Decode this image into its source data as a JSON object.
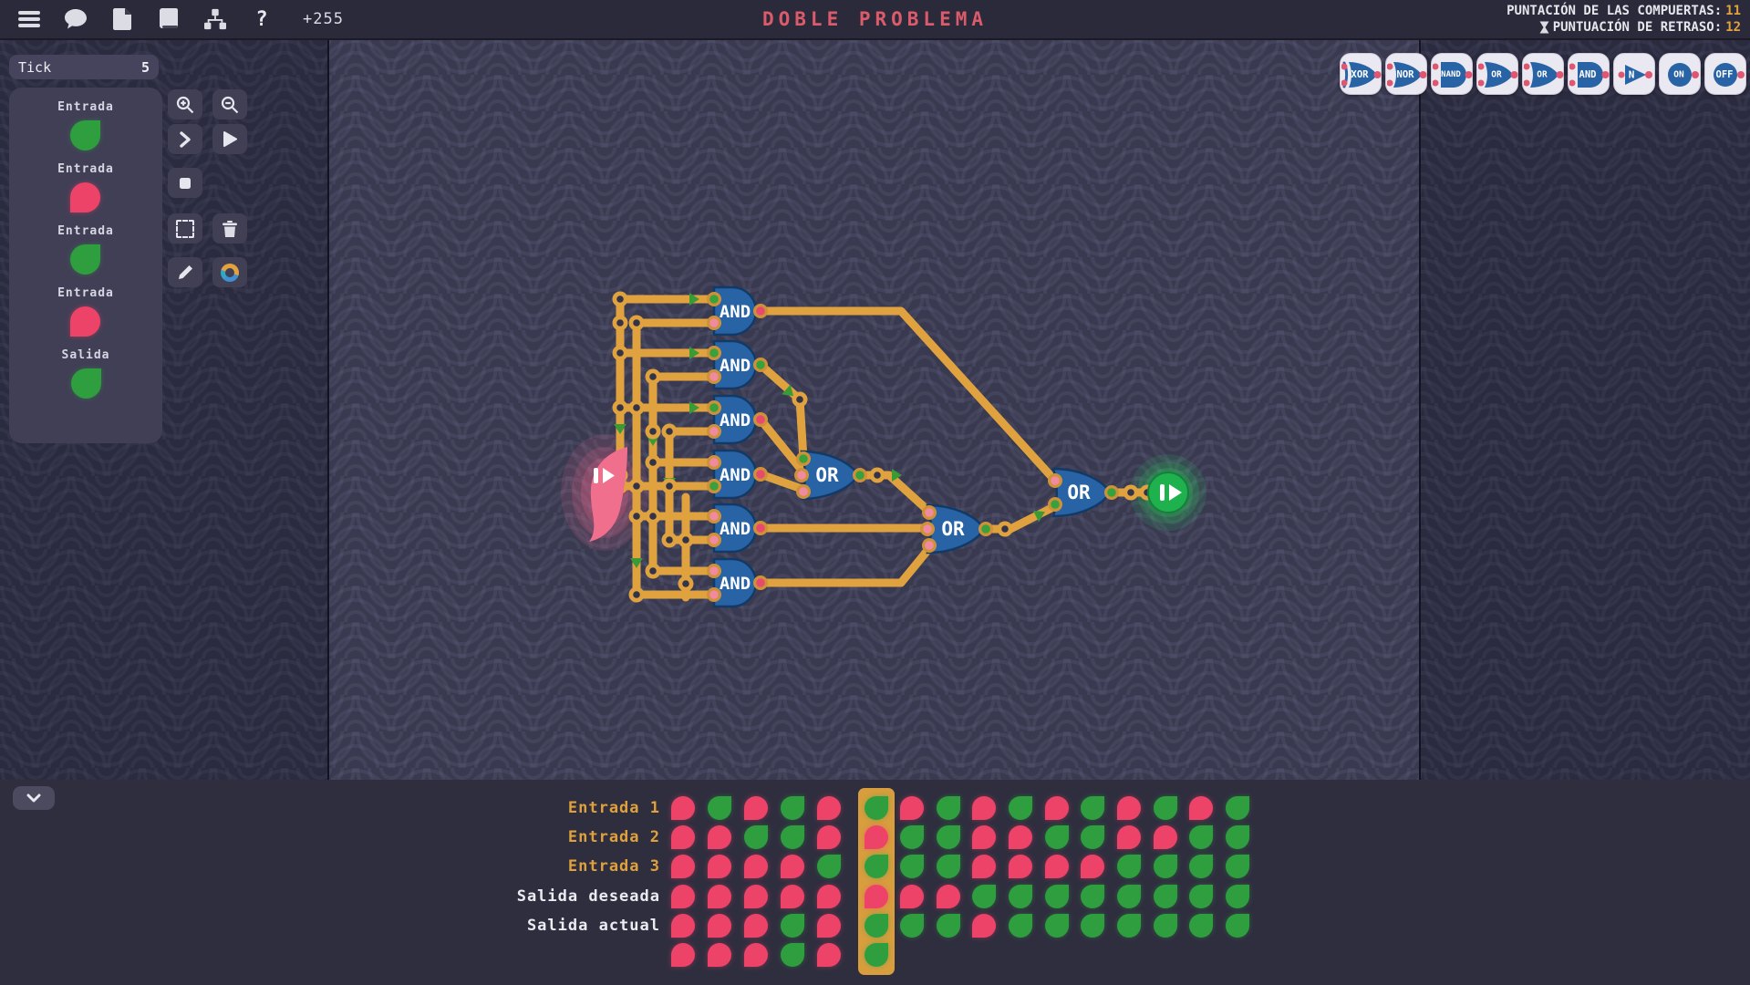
{
  "topbar": {
    "icons": [
      "menu-icon",
      "chat-icon",
      "file-icon",
      "book-icon",
      "tree-icon"
    ],
    "help_label": "?",
    "counter": "+255",
    "title": "DOBLE PROBLEMA",
    "scores": {
      "gates_label": "PUNTACIÓN DE LAS COMPUERTAS:",
      "gates_value": "11",
      "delay_icon": "hourglass-icon",
      "delay_label": "PUNTUACIÓN DE RETRASO:",
      "delay_value": "12"
    }
  },
  "left_panel": {
    "tick_label": "Tick",
    "tick_value": "5",
    "io_items": [
      {
        "label": "Entrada",
        "state": "on"
      },
      {
        "label": "Entrada",
        "state": "off"
      },
      {
        "label": "Entrada",
        "state": "on"
      },
      {
        "label": "Entrada",
        "state": "off"
      },
      {
        "label": "Salida",
        "state": "on"
      }
    ]
  },
  "toolbar_icons": [
    "zoom-in",
    "zoom-out",
    "step-forward",
    "play",
    "stop",
    "select-area",
    "trash",
    "edit-pencil",
    "theme-wheel"
  ],
  "palette": {
    "items": [
      {
        "label": "XOR",
        "shape": "xor"
      },
      {
        "label": "NOR",
        "shape": "or"
      },
      {
        "label": "NAND",
        "shape": "and"
      },
      {
        "label": "OR",
        "shape": "or"
      },
      {
        "label": "OR",
        "shape": "or"
      },
      {
        "label": "AND",
        "shape": "and"
      },
      {
        "label": "N",
        "shape": "not"
      },
      {
        "label": "ON",
        "shape": "node"
      },
      {
        "label": "OFF",
        "shape": "node"
      }
    ]
  },
  "circuit": {
    "gates": [
      {
        "label": "AND"
      },
      {
        "label": "AND"
      },
      {
        "label": "AND"
      },
      {
        "label": "AND"
      },
      {
        "label": "AND"
      },
      {
        "label": "AND"
      },
      {
        "label": "OR"
      },
      {
        "label": "OR"
      },
      {
        "label": "OR"
      }
    ]
  },
  "truth_table": {
    "highlighted_column": 5,
    "rows": [
      {
        "label": "Entrada 1",
        "label_style": "input",
        "values": [
          "R",
          "G",
          "R",
          "G",
          "R",
          "G",
          "R",
          "G",
          "R",
          "G",
          "R",
          "G",
          "R",
          "G",
          "R",
          "G"
        ]
      },
      {
        "label": "Entrada 2",
        "label_style": "input",
        "values": [
          "R",
          "R",
          "G",
          "G",
          "R",
          "R",
          "G",
          "G",
          "R",
          "R",
          "G",
          "G",
          "R",
          "R",
          "G",
          "G"
        ]
      },
      {
        "label": "Entrada 3",
        "label_style": "input",
        "values": [
          "R",
          "R",
          "R",
          "R",
          "G",
          "G",
          "G",
          "G",
          "R",
          "R",
          "R",
          "R",
          "G",
          "G",
          "G",
          "G"
        ]
      },
      {
        "label": "Salida deseada",
        "label_style": "output",
        "values": [
          "R",
          "R",
          "R",
          "R",
          "R",
          "R",
          "R",
          "R",
          "G",
          "G",
          "G",
          "G",
          "G",
          "G",
          "G",
          "G"
        ]
      },
      {
        "label": "Salida actual",
        "label_style": "output",
        "values": [
          "R",
          "R",
          "R",
          "G",
          "R",
          "G",
          "G",
          "G",
          "R",
          "G",
          "G",
          "G",
          "G",
          "G",
          "G",
          "G"
        ]
      },
      {
        "label": "",
        "label_style": "output",
        "values": [
          "R",
          "R",
          "R",
          "G",
          "R",
          "G"
        ]
      }
    ]
  },
  "colors": {
    "on_green": "#2f9e3f",
    "off_red": "#ee4368",
    "wire_orange": "#dfa23f",
    "accent_orange": "#e2a33f",
    "title_red": "#db5b6b",
    "gate_blue": "#2763a5"
  }
}
